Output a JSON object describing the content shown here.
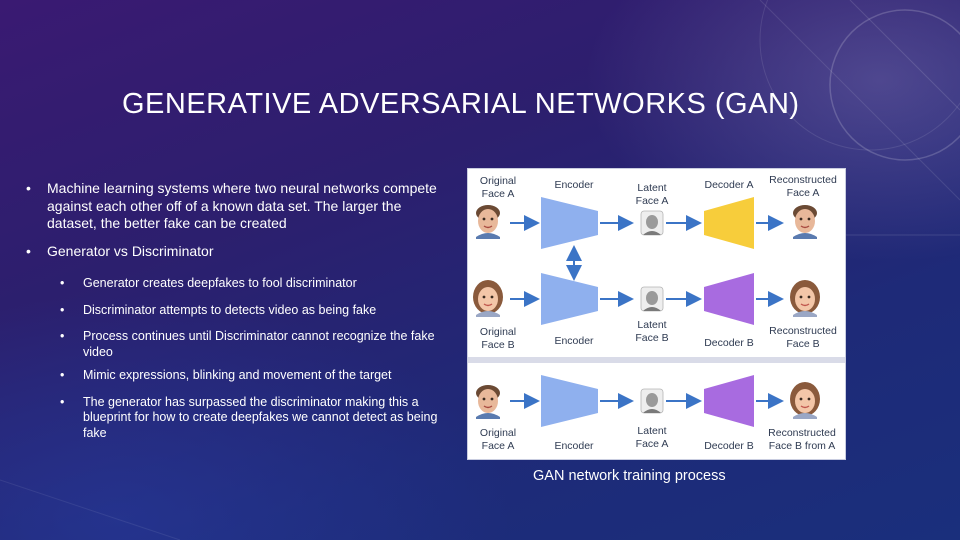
{
  "slide": {
    "title": "GENERATIVE ADVERSARIAL NETWORKS (GAN)",
    "bullets": {
      "main1": "Machine learning systems where two neural networks compete against each other off of a known data set. The larger the dataset, the better fake can be created",
      "main2": "Generator vs Discriminator",
      "sub": [
        "Generator creates deepfakes to fool discriminator",
        "Discriminator attempts to detects video as being fake",
        "Process continues until Discriminator cannot recognize the fake video",
        "Mimic expressions, blinking and movement of the target",
        "The generator has surpassed the discriminator making this a blueprint for how to create deepfakes we cannot detect as being fake"
      ]
    },
    "figure_caption": "GAN network training process"
  },
  "figure": {
    "top": {
      "original": "Original Face A",
      "encoder": "Encoder",
      "latent": "Latent Face A",
      "decoder": "Decoder A",
      "reconstructed": "Reconstructed Face A"
    },
    "middle": {
      "original": "Original Face B",
      "encoder": "Encoder",
      "latent": "Latent Face B",
      "decoder": "Decoder B",
      "reconstructed": "Reconstructed Face B"
    },
    "bottom": {
      "original": "Original Face A",
      "encoder": "Encoder",
      "latent": "Latent Face A",
      "decoder": "Decoder B",
      "reconstructed": "Reconstructed Face B from A"
    },
    "colors": {
      "encoder": "#8fb0ee",
      "decoder_a": "#f7cd3b",
      "decoder_b": "#a86be0",
      "arrow": "#3b74c6"
    }
  }
}
